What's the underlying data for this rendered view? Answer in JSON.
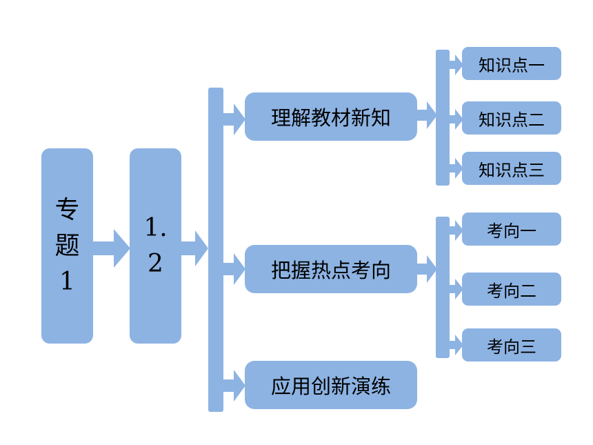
{
  "root": {
    "label": "专\n题\n1"
  },
  "section": {
    "label": "1.\n2"
  },
  "branches": [
    {
      "label": "理解教材新知",
      "children": [
        "知识点一",
        "知识点二",
        "知识点三"
      ]
    },
    {
      "label": "把握热点考向",
      "children": [
        "考向一",
        "考向二",
        "考向三"
      ]
    },
    {
      "label": "应用创新演练",
      "children": []
    }
  ],
  "colors": {
    "box_fill": "#8db3e2"
  }
}
